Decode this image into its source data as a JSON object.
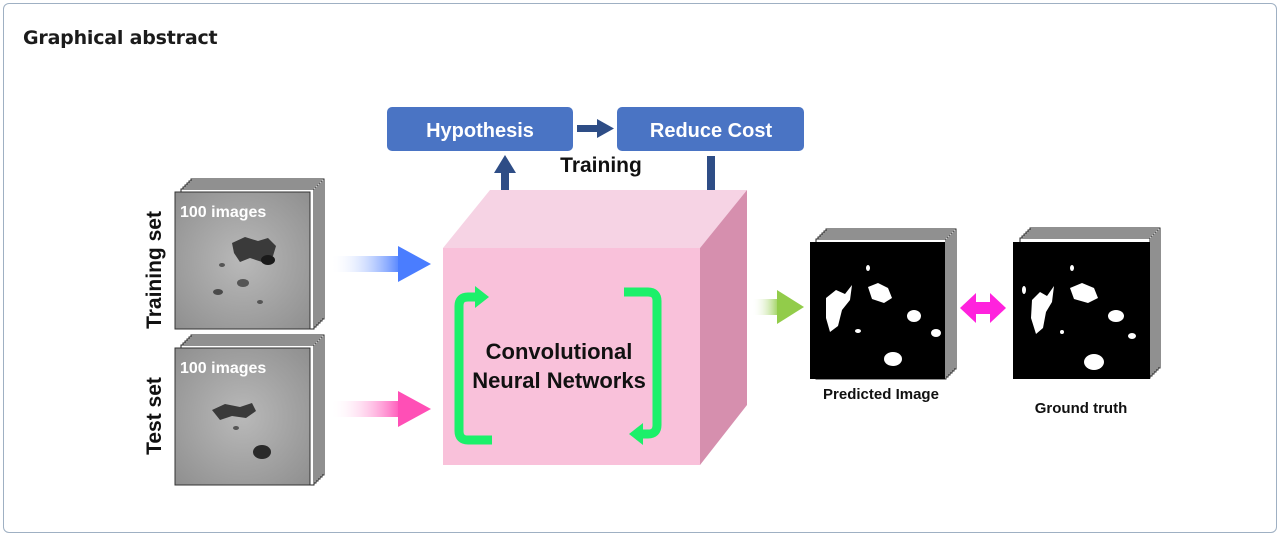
{
  "heading": "Graphical abstract",
  "training_loop": {
    "hypothesis_label": "Hypothesis",
    "reduce_cost_label": "Reduce Cost",
    "training_label": "Training"
  },
  "inputs": {
    "training_set_label": "Training set",
    "test_set_label": "Test set",
    "training_count_label": "100 images",
    "test_count_label": "100 images"
  },
  "model": {
    "line1": "Convolutional",
    "line2": "Neural Networks"
  },
  "outputs": {
    "predicted_label": "Predicted Image",
    "ground_truth_label": "Ground truth"
  },
  "colors": {
    "box_blue": "#4a74c4",
    "dark_arrow": "#2e4d86",
    "cube_front": "#f9c1da",
    "cube_top": "#f6d3e4",
    "cube_side": "#d68fae",
    "loop_green": "#1cf06a",
    "train_arrow": "#4a7dff",
    "test_arrow": "#ff4fb6",
    "output_arrow": "#92cc4a",
    "compare_arrow": "#ff22dd"
  }
}
